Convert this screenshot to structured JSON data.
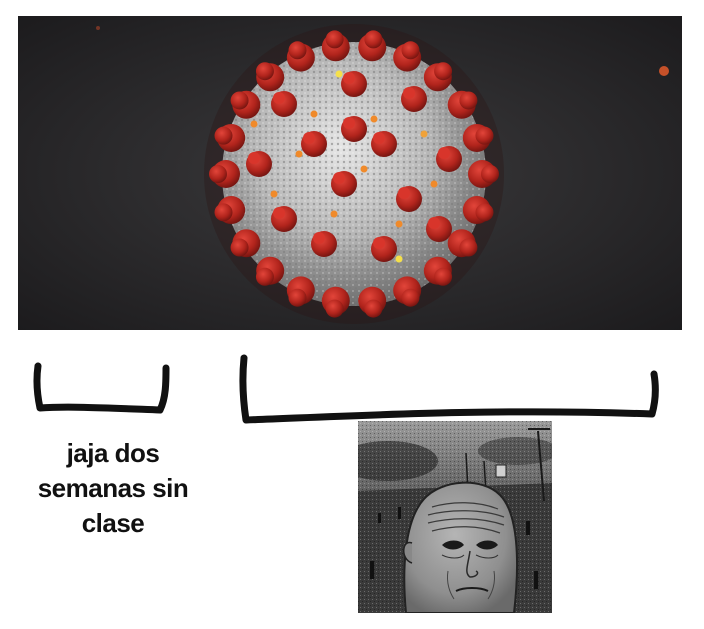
{
  "caption": {
    "text": "jaja dos semanas sin clase"
  },
  "images": {
    "top": "coronavirus-illustration",
    "bottom": "old-wojak-wasteland"
  },
  "colors": {
    "background": "#ffffff",
    "virus_bg": "#2a292b",
    "virus_body": "#c9c9c9",
    "spike": "#b3261e",
    "bracket": "#111111",
    "text": "#111111"
  }
}
